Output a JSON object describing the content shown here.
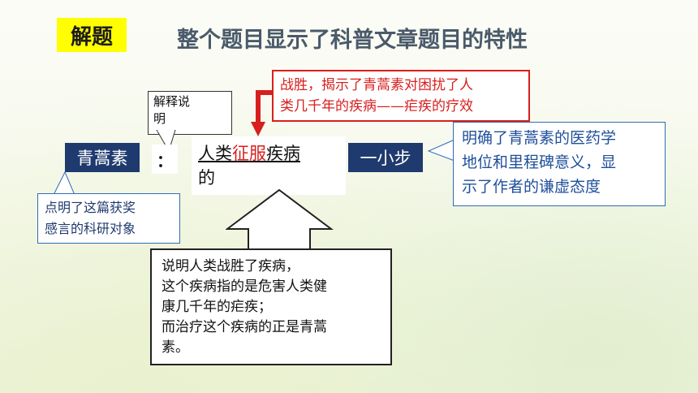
{
  "tag": "解题",
  "heading": "整个题目显示了科普文章题目的特性",
  "callouts": {
    "red": [
      "战胜，揭示了青蒿素对困扰了人",
      "类几千年的疾病——疟疾的疗效"
    ],
    "small": [
      "解释说",
      "明"
    ],
    "right": [
      "明确了青蒿素的医药学",
      "地位和里程碑意义，显",
      "示了作者的谦虚态度"
    ],
    "left": [
      "点明了这篇获奖",
      "感言的科研对象"
    ],
    "bottom": [
      "说明人类战胜了疾病，",
      "这个疾病指的是危害人类健",
      "康几千年的疟疾；",
      "而治疗这个疾病的正是青蒿",
      "素。"
    ]
  },
  "title_parts": {
    "subject": "青蒿素",
    "colon": "：",
    "mid_a": "人类",
    "mid_red": "征服",
    "mid_b": "疾病",
    "mid_c": "的",
    "end": "一小步"
  },
  "colors": {
    "navy": "#1f3a6e",
    "red": "#d81e1e",
    "yellow": "#ffff00",
    "blue_border": "#2f6db5"
  }
}
